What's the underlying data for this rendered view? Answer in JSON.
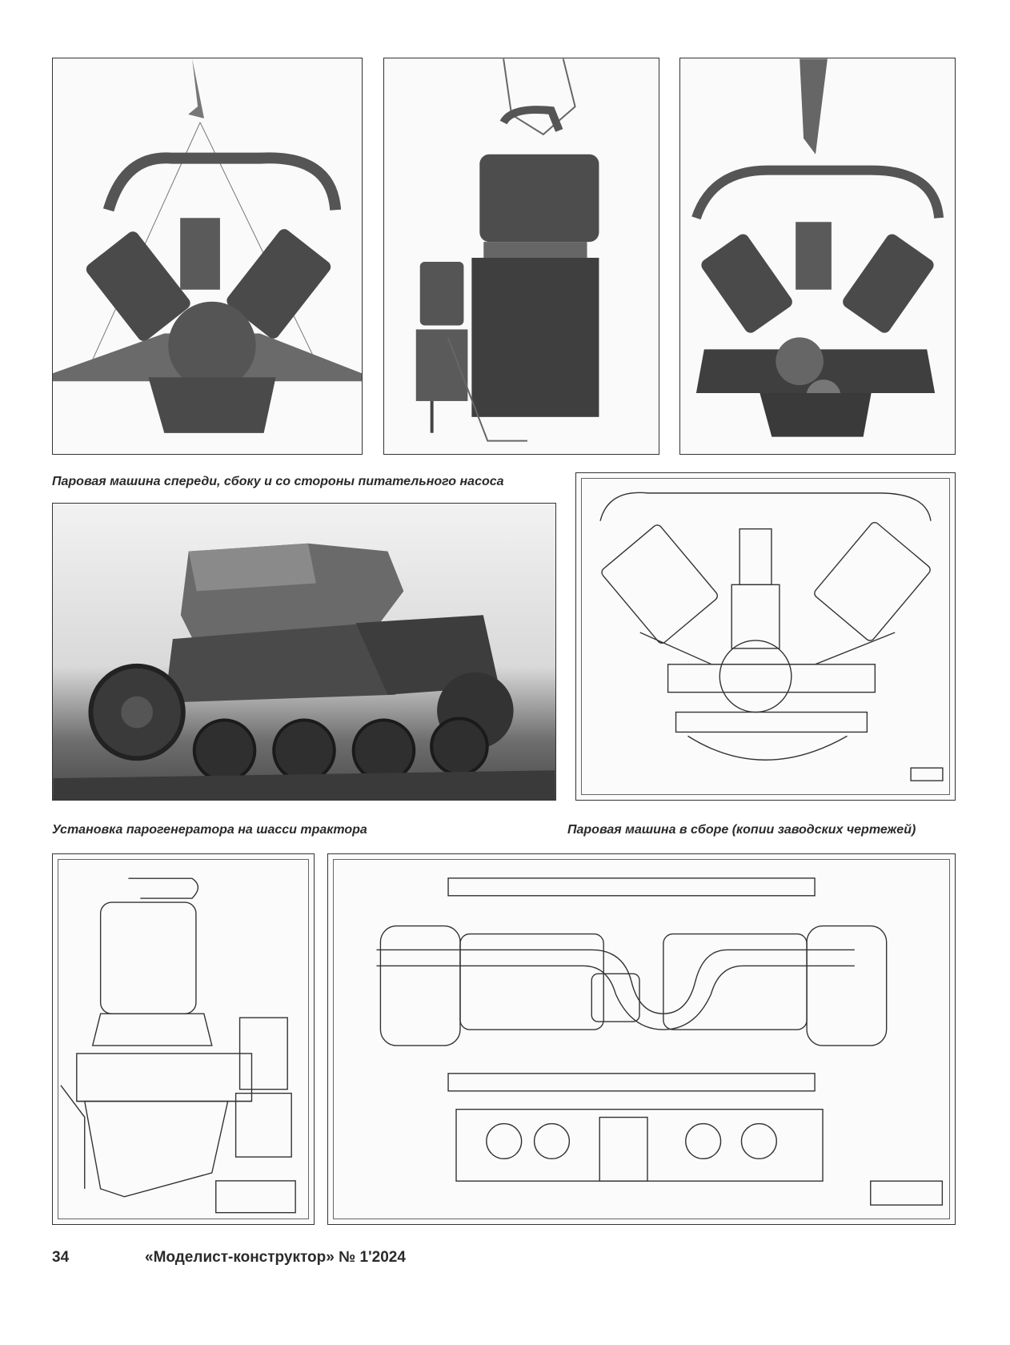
{
  "captions": {
    "engine_views": "Паровая машина спереди, сбоку и со стороны питательного насоса",
    "generator_chassis": "Установка парогенератора на шасси трактора",
    "engine_assembly": "Паровая машина в сборе (копии заводских чертежей)"
  },
  "footer": {
    "page_number": "34",
    "magazine": "«Моделист-конструктор» № 1'2024"
  }
}
